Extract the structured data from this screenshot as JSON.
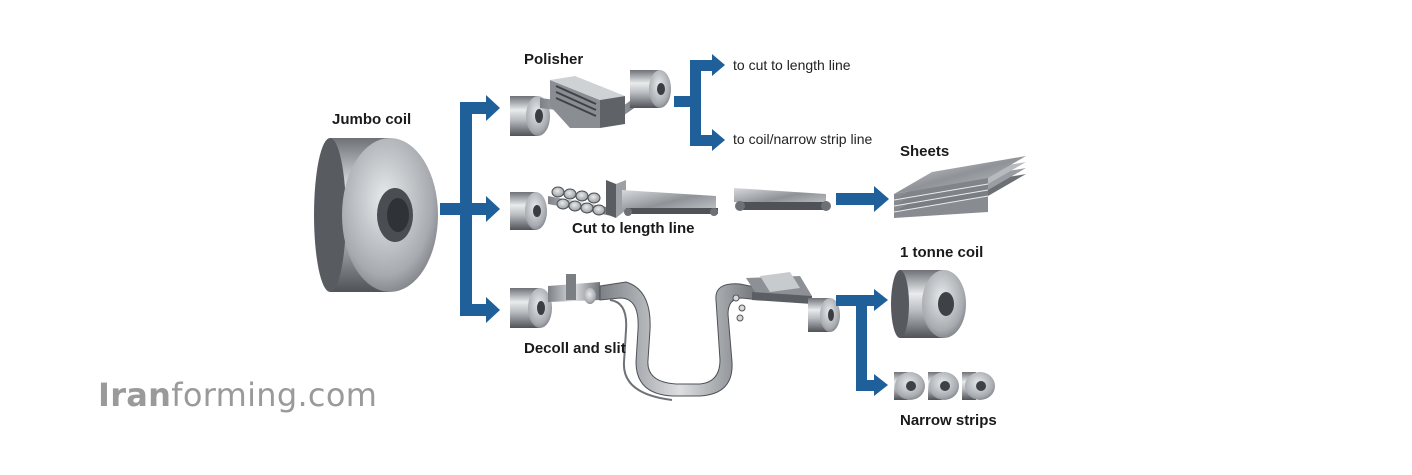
{
  "diagram": {
    "source": {
      "label": "Jumbo coil"
    },
    "routes": [
      {
        "process": "Polisher",
        "destinations": [
          "to cut to length line",
          "to coil/narrow strip line"
        ]
      },
      {
        "process": "Cut to length line",
        "output": "Sheets"
      },
      {
        "process": "Decoll and slit",
        "outputs": [
          "1 tonne coil",
          "Narrow strips"
        ]
      }
    ],
    "colors": {
      "arrow": "#1f5f9a",
      "metal_light": "#e4e6e8",
      "metal_dark": "#5d6166"
    }
  },
  "watermark": {
    "bold": "Iran",
    "rest": "forming.com"
  }
}
